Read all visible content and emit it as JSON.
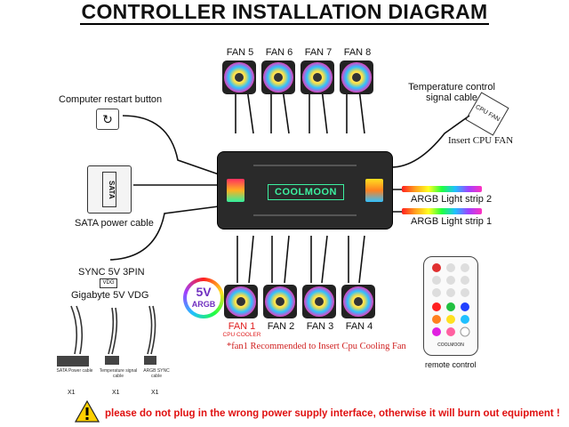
{
  "title": "CONTROLLER INSTALLATION DIAGRAM",
  "top_fans": [
    "FAN 5",
    "FAN 6",
    "FAN 7",
    "FAN 8"
  ],
  "bottom_fans": [
    {
      "label": "FAN 1",
      "sub": "CPU COOLER"
    },
    {
      "label": "FAN 2",
      "sub": ""
    },
    {
      "label": "FAN 3",
      "sub": ""
    },
    {
      "label": "FAN 4",
      "sub": ""
    }
  ],
  "left_labels": {
    "restart": "Computer restart button",
    "sata": "SATA power cable",
    "sata_plug": "SATA",
    "sync": "SYNC 5V 3PIN",
    "vdg_plug": "VDG",
    "gigabyte": "Gigabyte 5V VDG"
  },
  "right_labels": {
    "temp_line1": "Temperature control",
    "temp_line2": "signal cable",
    "cpu_fan_tag": "CPU FAN",
    "insert_cpu": "Insert CPU FAN",
    "strip2": "ARGB Light strip 2",
    "strip1": "ARGB Light strip 1",
    "remote": "remote control",
    "remote_brand": "COOLMOON"
  },
  "controller_brand": "COOLMOON",
  "badge": {
    "top": "5V",
    "bottom": "ARGB"
  },
  "note": "*fan1 Recommended to Insert  Cpu Cooling Fan",
  "cables": [
    {
      "label": "SATA Power cable",
      "qty": "X1"
    },
    {
      "label": "Temperature signal cable",
      "qty": "X1"
    },
    {
      "label": "ARGB SYNC cable",
      "qty": "X1"
    }
  ],
  "warning": "please do not plug in the wrong power supply interface, otherwise it will burn out equipment !",
  "colors": {
    "warning_red": "#e01010",
    "fan_label_red": "#e02020",
    "controller_body": "#2a2a2a",
    "brand_green": "#3cf0a0"
  }
}
